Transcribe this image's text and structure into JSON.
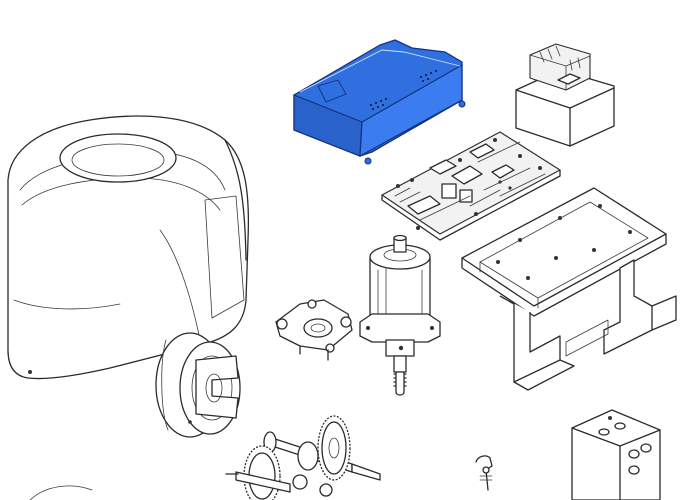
{
  "diagram": {
    "type": "exploded-view",
    "highlight_color": "#2f6fe0",
    "line_color": "#2b2b2b",
    "background": "#ffffff",
    "parts": [
      {
        "id": "housing-cover",
        "highlighted": false
      },
      {
        "id": "control-box-cover",
        "highlighted": true
      },
      {
        "id": "transformer",
        "highlighted": false
      },
      {
        "id": "control-board",
        "highlighted": false
      },
      {
        "id": "mounting-plate",
        "highlighted": false
      },
      {
        "id": "motor",
        "highlighted": false
      },
      {
        "id": "motor-bracket",
        "highlighted": false
      },
      {
        "id": "release-knob",
        "highlighted": false
      },
      {
        "id": "gear-assembly",
        "highlighted": false
      },
      {
        "id": "limit-switch-spring",
        "highlighted": false
      },
      {
        "id": "terminal-block",
        "highlighted": false
      }
    ]
  }
}
